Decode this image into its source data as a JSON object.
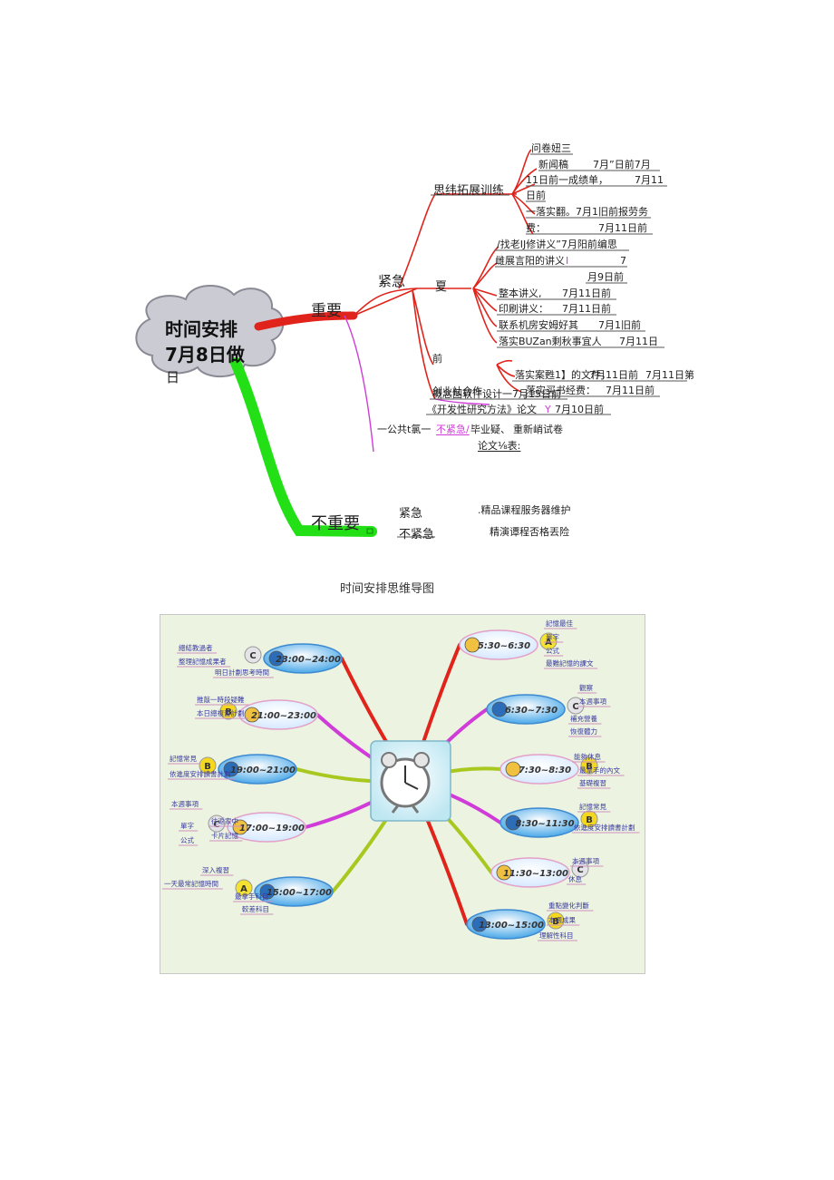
{
  "mindmap1": {
    "root_line1": "时间安排",
    "root_line2": "7月8日做",
    "root_line3": "日",
    "important": "重要",
    "not_important": "不重要",
    "urgent": "紧急",
    "branch_a": "思纬拓展训练",
    "branch_b": "夏",
    "branch_c": "前",
    "branch_d": "创业社合作",
    "a_items": [
      "问卷妞三",
      "新闻稿",
      "7月”日前7月",
      "11日前一成绩单，",
      "7月11",
      "日前",
      "一落实翻。7月1旧前报劳务",
      "费：",
      "7月11日前"
    ],
    "b_items": [
      "/找老IJ修讲义”7月阳前编思",
      "雌展言阳的讲义",
      "I",
      "7",
      "月9日前",
      "整本讲义,",
      "7月11日前",
      "印刷讲义：",
      "7月11日前",
      "联系机房安姆好其",
      "7月1旧前",
      "落实BUZan剩秋事宜人",
      "7月11日"
    ],
    "c_items": [
      "落实案甦1】的文件，",
      "7月11日前",
      "7月11日第",
      "落实买书经费：",
      "7月11日前"
    ],
    "d_items": [
      "概念图软件设计一7月15日前",
      "《开发性研究方法》论文",
      "Y",
      "7月10日前"
    ],
    "public_line_a": "一公共t氯一",
    "public_line_b": "不紧急/",
    "public_line_c": "毕业疑、",
    "public_line_d": "重新峭试卷",
    "public_line_e": "论文⅛表:",
    "ni_urgent": "紧急",
    "ni_not_urgent": "不紧急",
    "ni_item1": ".精品课程服务器维护",
    "ni_item2": "精演谭程否格丟险"
  },
  "caption": "时间安排思维导图",
  "mindmap2": {
    "right": [
      {
        "time": "5:30~6:30",
        "grade": "A",
        "items": [
          "記憶最佳",
          "單字",
          "公式",
          "最難記憶的課文"
        ]
      },
      {
        "time": "6:30~7:30",
        "grade": "C",
        "items": [
          "觀察",
          "本週事項",
          "補充營養",
          "恢復體力"
        ]
      },
      {
        "time": "7:30~8:30",
        "grade": "B",
        "items": [
          "能夠休息",
          "最拿手的內文",
          "基礎複習"
        ]
      },
      {
        "time": "8:30~11:30",
        "grade": "B",
        "items": [
          "記憶常見",
          "依進度安排讀書計劃"
        ]
      },
      {
        "time": "11:30~13:00",
        "grade": "C",
        "items": [
          "本週事項",
          "休息"
        ]
      },
      {
        "time": "13:00~15:00",
        "grade": "B",
        "items": [
          "重點變化判斷",
          "本週成果",
          "理解性科目"
        ]
      }
    ],
    "left": [
      {
        "time": "23:00~24:00",
        "grade": "C",
        "items": [
          "總結教過者",
          "整理記憶成果者",
          "明日計劃思考時間"
        ]
      },
      {
        "time": "21:00~23:00",
        "grade": "B",
        "items": [
          "推敲一時段疑難",
          "本日總複習計劃"
        ]
      },
      {
        "time": "19:00~21:00",
        "grade": "B",
        "items": [
          "記憶常見",
          "依進度安排讀書計劃"
        ]
      },
      {
        "time": "17:00~19:00",
        "grade": "C",
        "items": [
          "本週事項",
          "往返家中",
          "單字",
          "公式",
          "卡片記憶"
        ]
      },
      {
        "time": "15:00~17:00",
        "grade": "A",
        "items": [
          "深入複習",
          "一天最常記憶時間",
          "最拿手科目",
          "較差科目"
        ]
      }
    ]
  },
  "colors": {
    "red": "#e0241c",
    "green": "#22e015",
    "magenta": "#d03cd8",
    "cloud": "#c8c8d0",
    "bg2": "#ecf3e0"
  }
}
